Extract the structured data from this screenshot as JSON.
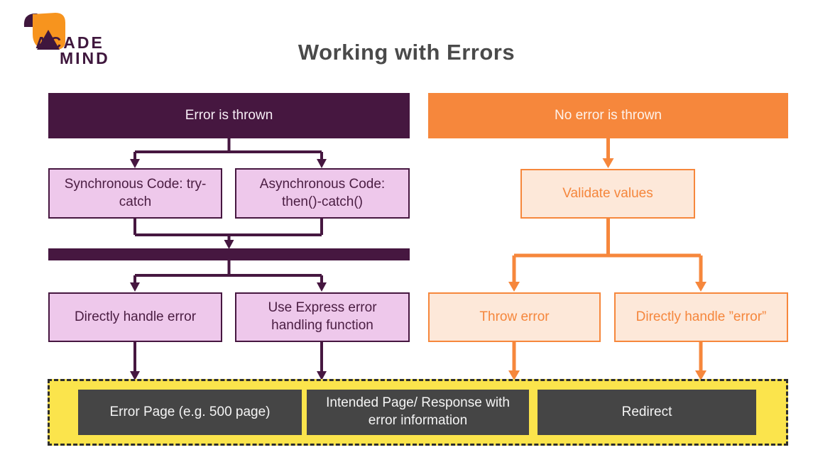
{
  "logo": {
    "line1": "ACADE",
    "line2": "MIND"
  },
  "title": "Working with Errors",
  "left": {
    "header": "Error is thrown",
    "row1": [
      {
        "label": "Synchronous Code: try-catch"
      },
      {
        "label": "Asynchronous Code: then()-catch()"
      }
    ],
    "row2": [
      {
        "label": "Directly handle error"
      },
      {
        "label": "Use Express error handling function"
      }
    ]
  },
  "right": {
    "header": "No error is thrown",
    "validate": "Validate values",
    "row2": [
      {
        "label": "Throw error"
      },
      {
        "label": "Directly handle ”error”"
      }
    ]
  },
  "outcomes": [
    {
      "label": "Error Page (e.g. 500 page)"
    },
    {
      "label": "Intended Page/ Response with error information"
    },
    {
      "label": "Redirect"
    }
  ],
  "colors": {
    "dark_purple": "#461740",
    "light_pink": "#eec8eb",
    "orange": "#f6873c",
    "light_orange": "#fde8d9",
    "yellow": "#fbe44c",
    "dark_gray_box": "#454545",
    "title_gray": "#4a4a4a"
  }
}
